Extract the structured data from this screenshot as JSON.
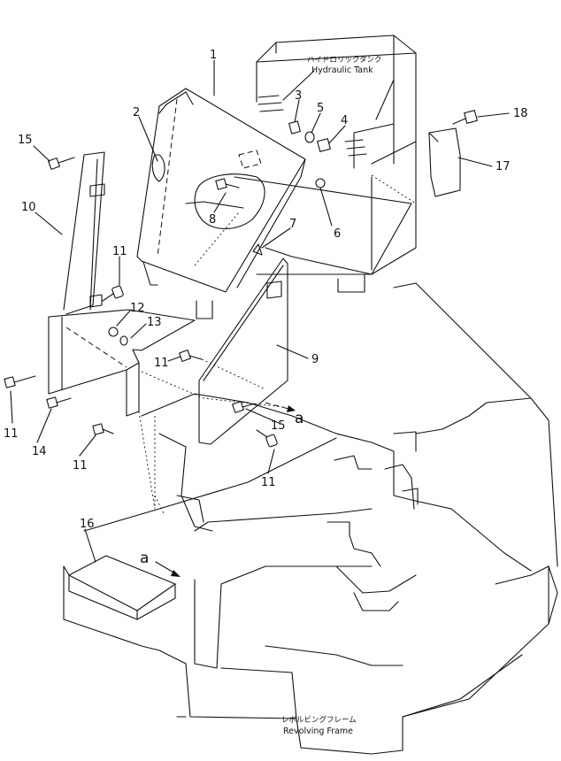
{
  "labels": {
    "hydraulic_tank_jp": "ハイドロリックタンク",
    "hydraulic_tank_en": "Hydraulic Tank",
    "revolving_frame_jp": "レボルビングフレーム",
    "revolving_frame_en": "Revolving Frame"
  },
  "view_marks": {
    "a1": "a",
    "a2": "a"
  },
  "callouts": {
    "c1": "1",
    "c2": "2",
    "c3": "3",
    "c4": "4",
    "c5": "5",
    "c6": "6",
    "c7": "7",
    "c8": "8",
    "c9": "9",
    "c10": "10",
    "c11a": "11",
    "c11b": "11",
    "c11c": "11",
    "c11d": "11",
    "c11e": "11",
    "c12": "12",
    "c13": "13",
    "c14": "14",
    "c15a": "15",
    "c15b": "15",
    "c16": "16",
    "c17": "17",
    "c18": "18"
  }
}
